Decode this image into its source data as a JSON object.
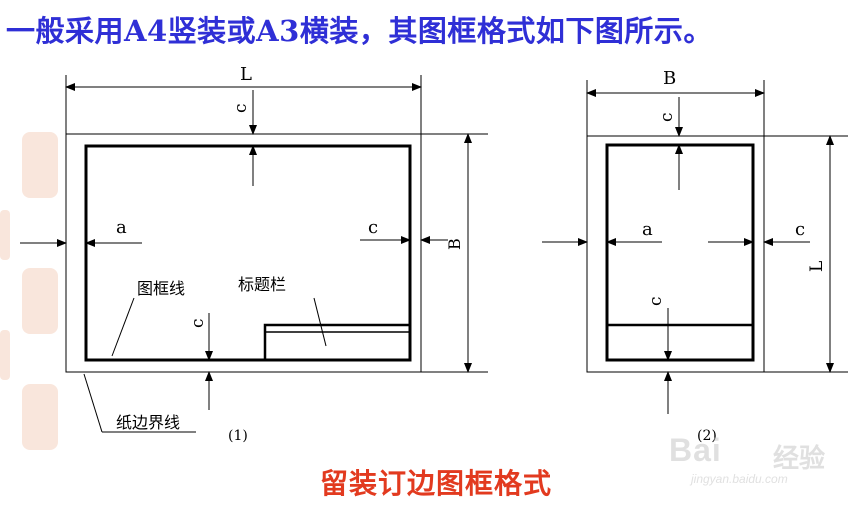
{
  "header": {
    "title": "一般采用A4竖装或A3横装，其图框格式如下图所示。"
  },
  "figure1": {
    "width_label": "L",
    "height_label": "B",
    "margin_binding_label": "a",
    "margin_labels": [
      "c",
      "c",
      "c"
    ],
    "frame_line_label": "图框线",
    "title_block_label": "标题栏",
    "paper_border_label": "纸边界线",
    "caption": "(1)"
  },
  "figure2": {
    "width_label": "B",
    "height_label": "L",
    "margin_binding_label": "a",
    "margin_labels": [
      "c",
      "c",
      "c"
    ],
    "caption": "(2)"
  },
  "footer": {
    "caption": "留装订边图框格式"
  },
  "watermark": {
    "main": "Bai",
    "cn": "经验",
    "sub": "jingyan.baidu.com"
  },
  "colors": {
    "title": "#2f2fd6",
    "caption": "#e23a1f",
    "line": "#000000",
    "seal": "#e8b9a2"
  }
}
